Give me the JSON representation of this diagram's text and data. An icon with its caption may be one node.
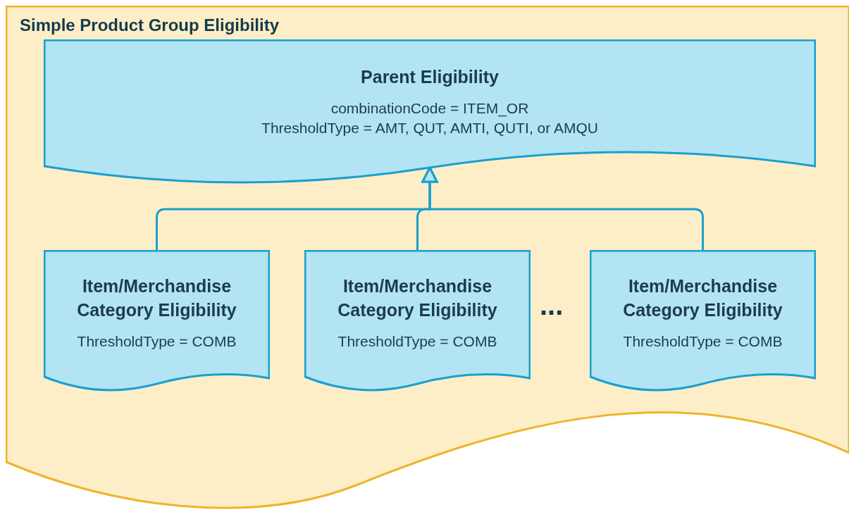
{
  "diagram": {
    "nodes": [
      {
        "text": [
          "Simple Product Group Eligibility"
        ]
      },
      {
        "text": [
          "Parent Eligibility",
          "combinationCode = ITEM_OR",
          "ThresholdType = AMT, QUT, AMTI, QUTI, or AMQU"
        ],
        "in": 0
      },
      {
        "text": [
          "Item/Merchandise Category Eligibility",
          "ThresholdType = COMB"
        ],
        "in": 0
      },
      {
        "text": [
          "Item/Merchandise Category Eligibility",
          "ThresholdType = COMB"
        ],
        "in": 0
      },
      {
        "text": [
          "Item/Merchandise Category Eligibility",
          "ThresholdType = COMB"
        ],
        "in": 0
      }
    ],
    "edges": [
      {
        "from": 2,
        "to": 1,
        "arrow": "to"
      },
      {
        "from": 3,
        "to": 1,
        "arrow": "to"
      },
      {
        "from": 4,
        "to": 1,
        "arrow": "to"
      }
    ],
    "labels": [
      "..."
    ]
  }
}
